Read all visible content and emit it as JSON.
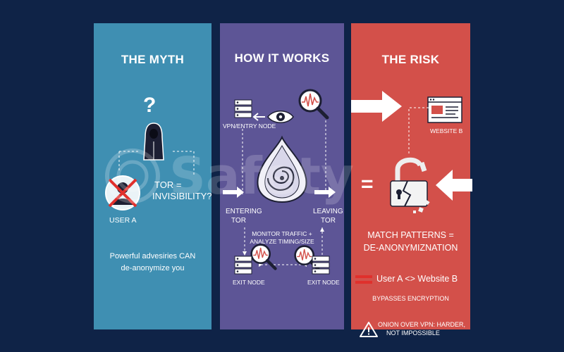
{
  "panels": {
    "myth": {
      "title": "THE MYTH",
      "question_mark": "?",
      "tor_label": "TOR =",
      "tor_label2": "INVISIBILITY?",
      "user_label": "USER A",
      "caption_line1": "Powerful advesiries CAN",
      "caption_line2": "de-anonymize you",
      "bg": "#3f8fb2"
    },
    "how": {
      "title": "HOW IT WORKS",
      "vpn_entry": "VPN/ENTRY NODE",
      "entering_1": "ENTERING",
      "entering_2": "TOR",
      "leaving_1": "LEAVING",
      "leaving_2": "TOR",
      "monitor_1": "MONITOR TRAFFIC +",
      "monitor_2": "ANALYZE TIMING/SIZE",
      "exit_left": "EXIT NODE",
      "exit_right": "EXIT NODE",
      "bg": "#5d5596"
    },
    "risk": {
      "title": "THE RISK",
      "website_b": "WEBSITE B",
      "equals": "=",
      "match_1": "MATCH PATTERNS =",
      "match_2": "DE-ANONYMIZNATION",
      "user_link": "User A <> Website B",
      "bypasses": "BYPASSES ENCRYPTION",
      "onion_1": "ONION OVER VPN: HARDER,",
      "onion_2": "NOT IMPOSSIBLE",
      "bg": "#d3504a"
    }
  },
  "watermark": "Safety",
  "colors": {
    "background": "#0f2347",
    "stop_red": "#e0302c",
    "icon_dark": "#1d1f33"
  }
}
